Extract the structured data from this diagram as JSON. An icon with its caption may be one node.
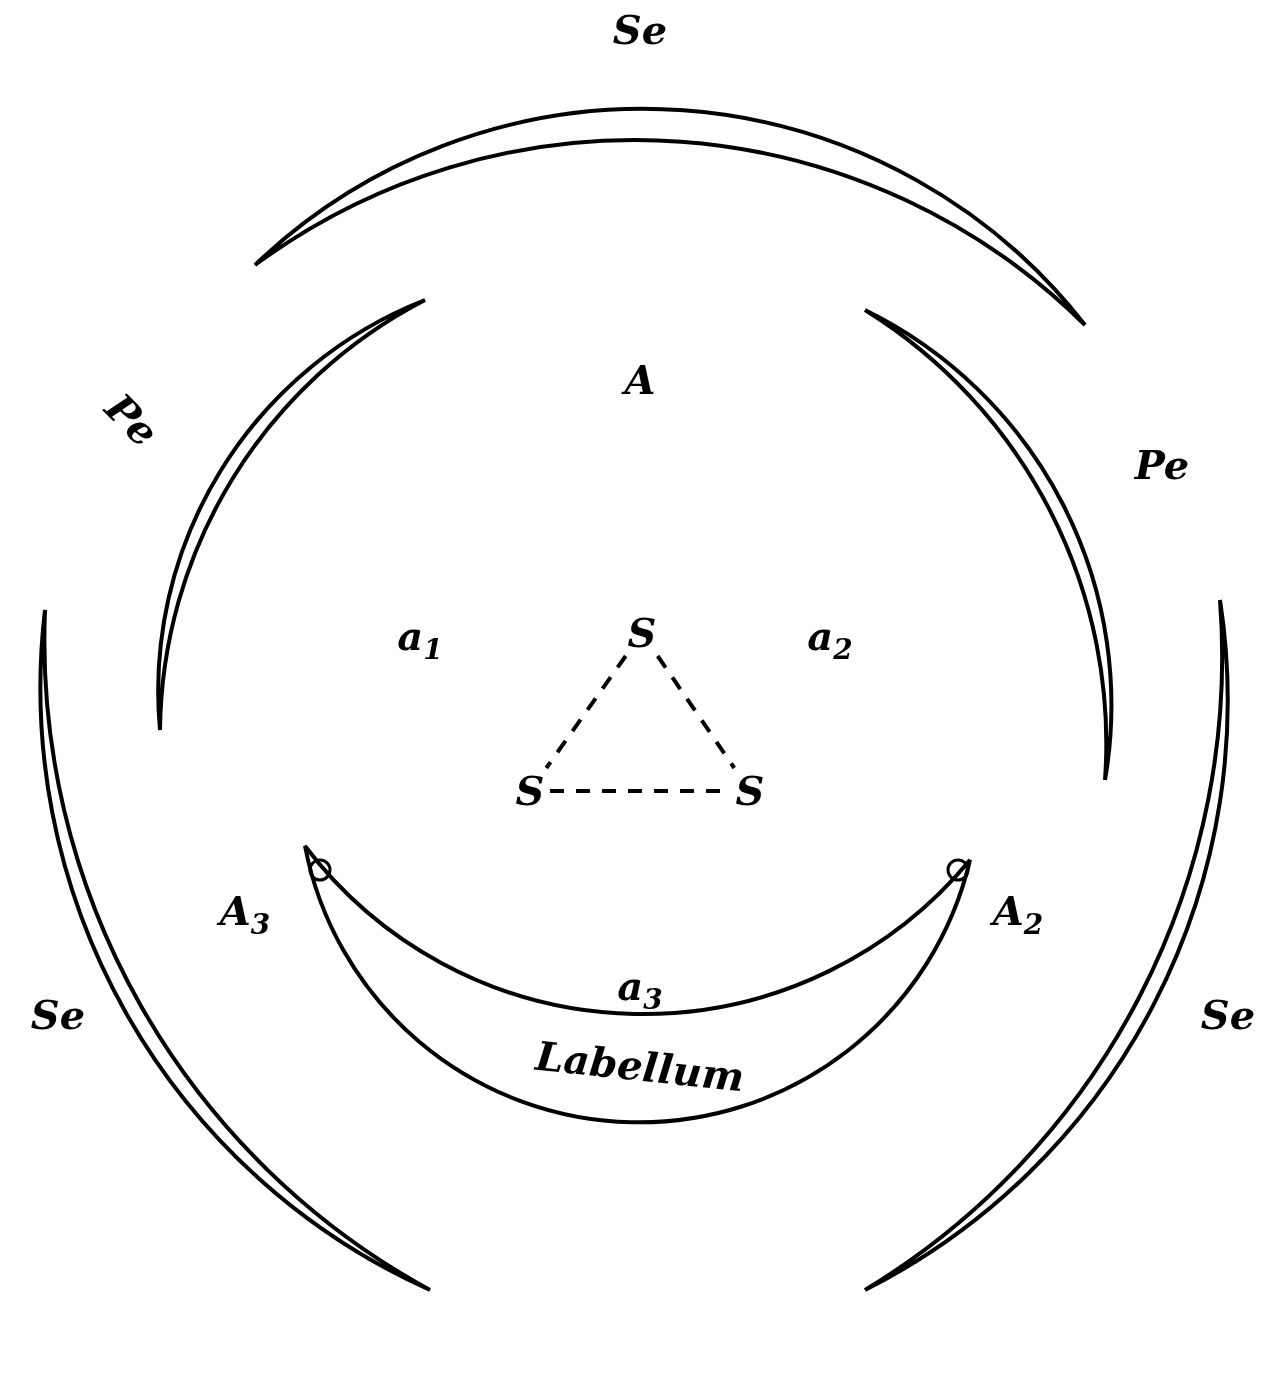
{
  "diagram": {
    "nodes": [
      {
        "text": [
          "Labellum"
        ]
      },
      {
        "text": [
          "S"
        ]
      },
      {
        "text": [
          "S"
        ]
      },
      {
        "text": [
          "S"
        ]
      }
    ],
    "edges": [
      {
        "from": 1,
        "to": 2,
        "arrow": "none",
        "style": "dashed"
      },
      {
        "from": 1,
        "to": 3,
        "arrow": "none",
        "style": "dashed"
      },
      {
        "from": 2,
        "to": 3,
        "arrow": "none",
        "style": "dashed"
      }
    ],
    "labels": [
      "Se",
      "Pe",
      "A",
      "Pe",
      "a$_{1}$",
      "a$_{2}$",
      "A$_{3}$",
      "A$_{2}$",
      "a$_{3}$",
      "Se",
      "Se"
    ]
  }
}
